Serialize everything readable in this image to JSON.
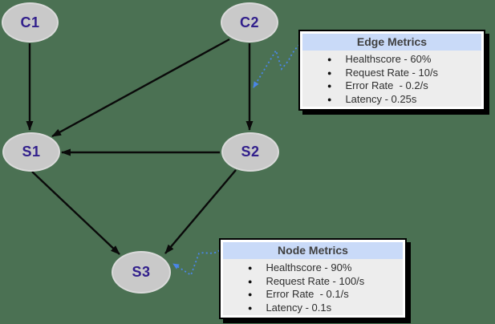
{
  "nodes": [
    {
      "id": "C1",
      "label": "C1"
    },
    {
      "id": "C2",
      "label": "C2"
    },
    {
      "id": "S1",
      "label": "S1"
    },
    {
      "id": "S2",
      "label": "S2"
    },
    {
      "id": "S3",
      "label": "S3"
    }
  ],
  "edges": [
    {
      "from": "C1",
      "to": "S1"
    },
    {
      "from": "C2",
      "to": "S1"
    },
    {
      "from": "C2",
      "to": "S2"
    },
    {
      "from": "S2",
      "to": "S1"
    },
    {
      "from": "S1",
      "to": "S3"
    },
    {
      "from": "S2",
      "to": "S3"
    }
  ],
  "edge_metrics": {
    "title": "Edge Metrics",
    "points_to": "edge C2-S2",
    "items": [
      "Healthscore - 60%",
      "Request Rate - 10/s",
      "Error Rate  - 0.2/s",
      "Latency - 0.25s"
    ]
  },
  "node_metrics": {
    "title": "Node Metrics",
    "points_to": "node S3",
    "items": [
      "Healthscore - 90%",
      "Request Rate - 100/s",
      "Error Rate  - 0.1/s",
      "Latency - 0.1s"
    ]
  },
  "colors": {
    "background": "#4b7153",
    "node_fill": "#c9c9c9",
    "node_border": "#dadada",
    "node_label": "#32208c",
    "box_header_bg": "#c9daf8",
    "box_body_bg": "#ededed",
    "box_border": "#000000",
    "box_title_text": "#3f3f3f",
    "list_text": "#2e2e2e",
    "edge_stroke": "#000000",
    "callout_arrow_blue": "#4a86e8"
  }
}
